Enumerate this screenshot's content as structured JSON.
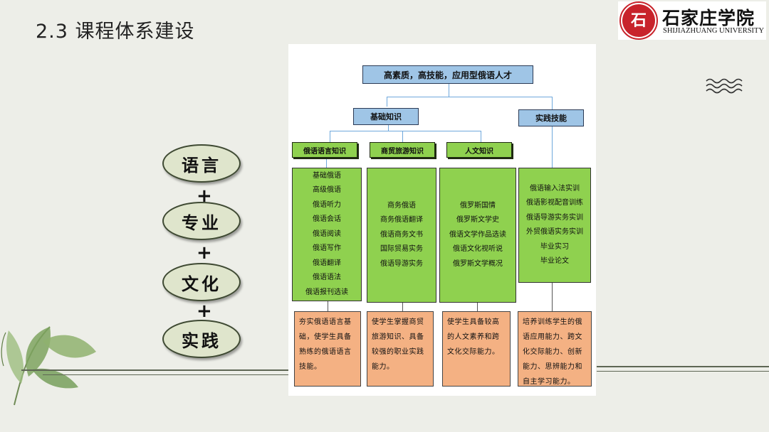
{
  "title": "2.3 课程体系建设",
  "logo": {
    "seal_glyph": "石",
    "name_cn": "石家庄学院",
    "name_en": "SHIJIAZHUANG UNIVERSITY"
  },
  "pillars": [
    "语言",
    "专业",
    "文化",
    "实践"
  ],
  "plus_sign": "+",
  "diagram": {
    "root": "高素质，高技能，应用型俄语人才",
    "branches": [
      "基础知识",
      "实践技能"
    ],
    "categories": [
      "俄语语言知识",
      "商贸旅游知识",
      "人文知识"
    ],
    "columns": [
      {
        "items": [
          "基础俄语",
          "高级俄语",
          "俄语听力",
          "俄语会话",
          "俄语阅读",
          "俄语写作",
          "俄语翻译",
          "俄语语法",
          "俄语报刊选读"
        ],
        "desc": "夯实俄语语言基础，使学生具备熟练的俄语语言技能。"
      },
      {
        "items": [
          "商务俄语",
          "商务俄语翻译",
          "俄语商务文书",
          "国际贸易实务",
          "俄语导游实务"
        ],
        "desc": "使学生掌握商贸旅游知识、具备较强的职业实践能力。"
      },
      {
        "items": [
          "俄罗斯国情",
          "俄罗斯文学史",
          "俄语文学作品选读",
          "俄语文化视听说",
          "俄罗斯文学概况"
        ],
        "desc": "使学生具备较高的人文素养和跨文化交际能力。"
      },
      {
        "items": [
          "俄语输入法实训",
          "俄语影视配音训练",
          "俄语导游实务实训",
          "外贸俄语实务实训",
          "毕业实习",
          "毕业论文"
        ],
        "desc": "培养训练学生的俄语应用能力、跨文化交际能力、创新能力、思辨能力和自主学习能力。"
      }
    ]
  },
  "colors": {
    "background": "#edeee8",
    "header_blue": "#9fc5e6",
    "category_green": "#8fd14f",
    "desc_orange": "#f4b183",
    "seal_red": "#c8232b"
  }
}
